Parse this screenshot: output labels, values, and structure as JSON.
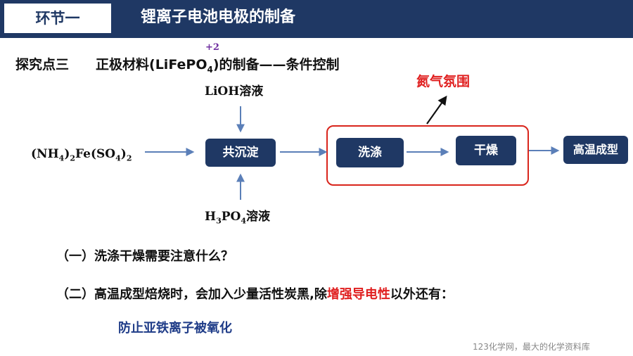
{
  "header": {
    "tag": "环节一",
    "title": "锂离子电池电极的制备"
  },
  "section": {
    "label": "探究点三",
    "title_prefix": "正极材料(LiFePO",
    "title_sub": "4",
    "title_suffix": ")的制备——条件控制",
    "oxidation_state": "+2"
  },
  "flow": {
    "top_reagent": "LiOH溶液",
    "left_reagent": {
      "a": "(NH",
      "s1": "4",
      "b": ")",
      "s2": "2",
      "c": "Fe(SO",
      "s3": "4",
      "d": ")",
      "s4": "2"
    },
    "bottom_reagent": {
      "a": "H",
      "s1": "3",
      "b": "PO",
      "s2": "4",
      "c": "溶液"
    },
    "steps": [
      "共沉淀",
      "洗涤",
      "干燥",
      "高温成型"
    ],
    "atmosphere": "氮气氛围"
  },
  "questions": {
    "q1": "（一）洗涤干燥需要注意什么？",
    "q2_before": "（二）高温成型焙烧时，会加入少量活性炭黑,除",
    "q2_highlight": "增强导电性",
    "q2_after": "以外还有：",
    "answer": "防止亚铁离子被氧化"
  },
  "footer": "123化学网，最大的化学资料库",
  "colors": {
    "navy": "#1f3864",
    "red": "#e02020",
    "arrow": "#5b7fb8",
    "answer": "#1f3c88"
  }
}
